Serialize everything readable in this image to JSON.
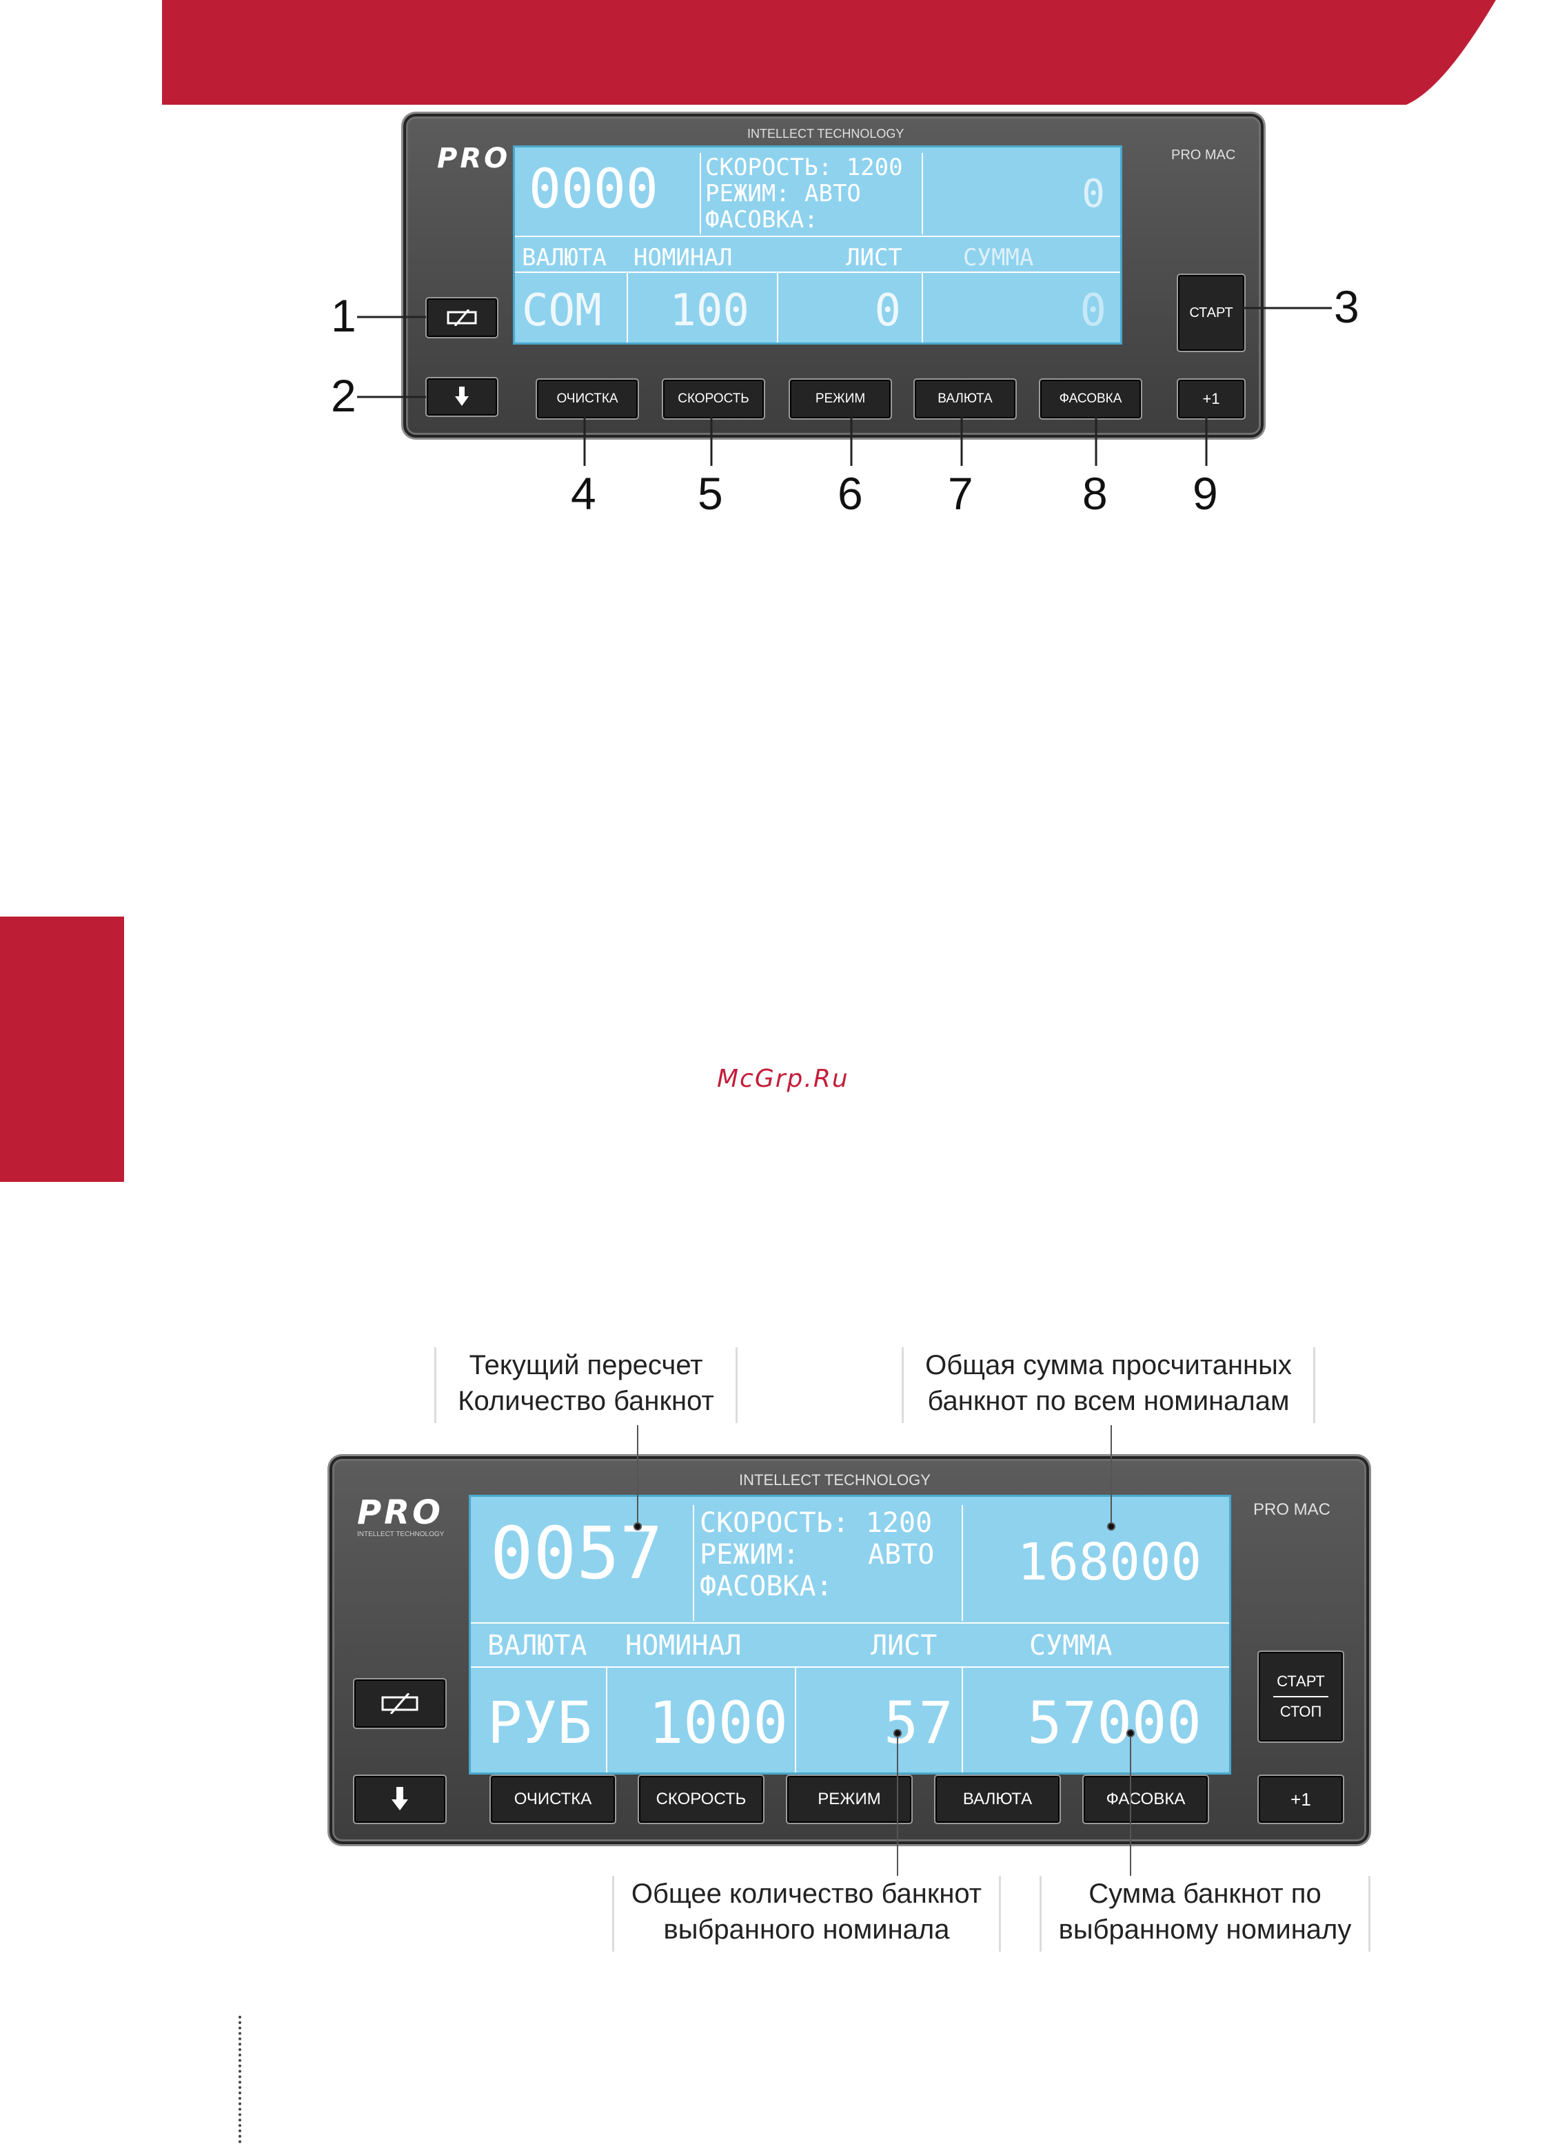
{
  "colors": {
    "brand_red": "#be1e35",
    "lcd_blue": "#8ed2ee",
    "panel_dark": "#4a4a4a"
  },
  "watermark": "McGrp.Ru",
  "top_panel": {
    "brand": "PRO",
    "header": "INTELLECT TECHNOLOGY",
    "model": "PRO MAC",
    "display": {
      "counter": "0000",
      "speed": "СКОРОСТЬ: 1200",
      "mode_label": "РЕЖИМ:",
      "mode_value": "АВТО",
      "batch": "ФАСОВКА:",
      "total": "0",
      "h_currency": "ВАЛЮТА",
      "h_denomination": "НОМИНАЛ",
      "h_sheets": "ЛИСТ",
      "h_sum": "СУММА",
      "currency": "СОМ",
      "denomination": "100",
      "sheets": "0",
      "sum": "0"
    },
    "buttons": {
      "start": "СТАРТ",
      "clear": "ОЧИСТКА",
      "speed": "СКОРОСТЬ",
      "mode": "РЕЖИМ",
      "currency": "ВАЛЮТА",
      "batch": "ФАСОВКА",
      "plus_one": "+1"
    },
    "callouts": [
      "1",
      "2",
      "3",
      "4",
      "5",
      "6",
      "7",
      "8",
      "9"
    ]
  },
  "bottom_panel": {
    "brand": "PRO",
    "brand_sub": "INTELLECT TECHNOLOGY",
    "header": "INTELLECT TECHNOLOGY",
    "model": "PRO MAC",
    "display": {
      "counter": "0057",
      "speed": "СКОРОСТЬ: 1200",
      "mode_label": "РЕЖИМ:",
      "mode_value": "АВТО",
      "batch": "ФАСОВКА:",
      "total": "168000",
      "h_currency": "ВАЛЮТА",
      "h_denomination": "НОМИНАЛ",
      "h_sheets": "ЛИСТ",
      "h_sum": "СУММА",
      "currency": "РУБ",
      "denomination": "1000",
      "sheets": "57",
      "sum": "57000"
    },
    "buttons": {
      "start": "СТАРТ",
      "stop": "СТОП",
      "clear": "ОЧИСТКА",
      "speed": "СКОРОСТЬ",
      "mode": "РЕЖИМ",
      "currency": "ВАЛЮТА",
      "batch": "ФАСОВКА",
      "plus_one": "+1"
    },
    "annotations": {
      "current_count": [
        "Текущий пересчет",
        "Количество банкнот"
      ],
      "total_sum": [
        "Общая сумма просчитанных",
        "банкнот по всем номиналам"
      ],
      "denom_count": [
        "Общее количество банкнот",
        "выбранного номинала"
      ],
      "denom_sum": [
        "Сумма банкнот по",
        "выбранному номиналу"
      ]
    }
  }
}
